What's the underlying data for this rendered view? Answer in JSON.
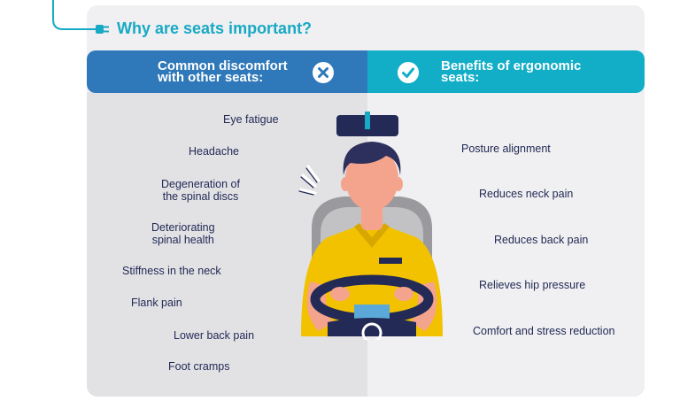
{
  "title": "Why are seats important?",
  "header": {
    "left_line1": "Common discomfort",
    "left_line2": "with other seats:",
    "right_line1": "Benefits of ergonomic",
    "right_line2": "seats:",
    "left_icon": "x-circle-icon",
    "right_icon": "check-circle-icon"
  },
  "discomforts": [
    {
      "l1": "Eye fatigue",
      "l2": ""
    },
    {
      "l1": "Headache",
      "l2": ""
    },
    {
      "l1": "Degeneration of",
      "l2": "the spinal discs"
    },
    {
      "l1": "Deteriorating",
      "l2": "spinal health"
    },
    {
      "l1": "Stiffness in the neck",
      "l2": ""
    },
    {
      "l1": "Flank pain",
      "l2": ""
    },
    {
      "l1": "Lower back pain",
      "l2": ""
    },
    {
      "l1": "Foot cramps",
      "l2": ""
    }
  ],
  "benefits": [
    "Posture alignment",
    "Reduces neck pain",
    "Reduces back pain",
    "Relieves hip pressure",
    "Comfort and stress reduction"
  ],
  "colors": {
    "accent_teal": "#18a9c4",
    "bar_blue": "#2f78b9",
    "bar_teal": "#12aec8",
    "text_navy": "#222a55",
    "shirt_yellow": "#f2c200"
  }
}
